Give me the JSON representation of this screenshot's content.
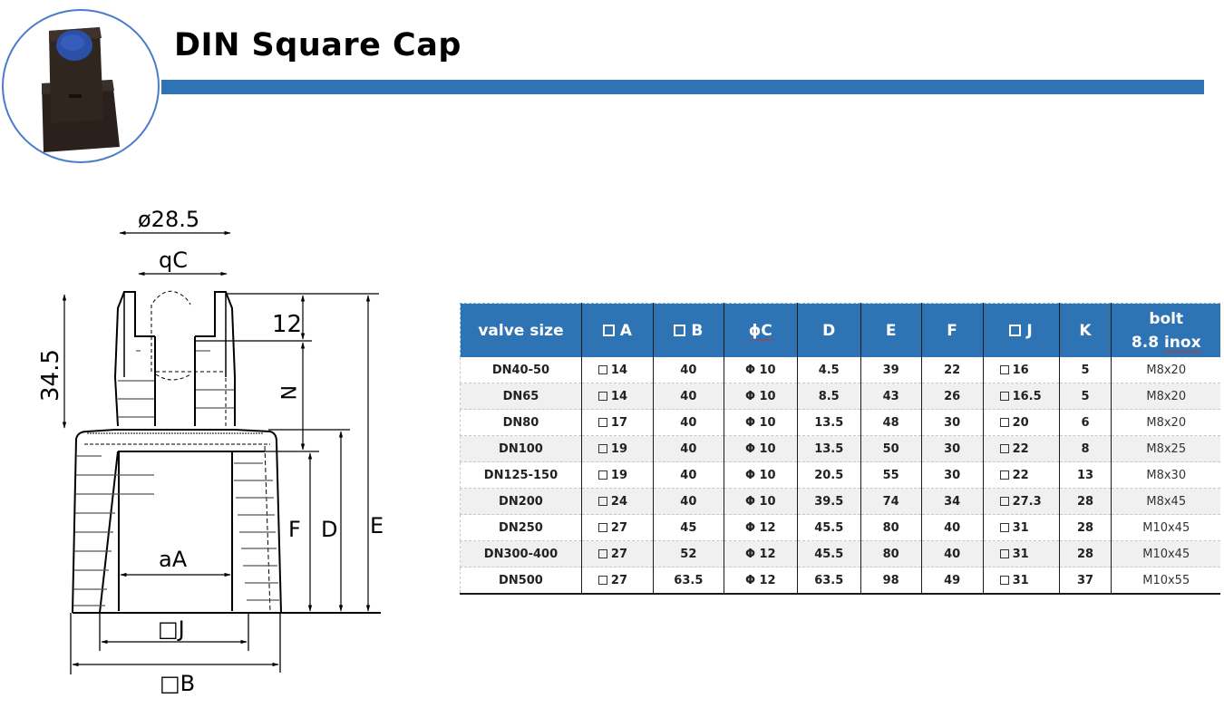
{
  "header": {
    "title": "DIN Square Cap",
    "accent_color": "#2e74b5",
    "photo_alt": "black square cap with blue circular top"
  },
  "drawing": {
    "labels": {
      "diameter_top": "ø28.5",
      "dim_c": "qC",
      "height_left": "34.5",
      "dim_12": "12",
      "dim_n": "N",
      "dim_f": "F",
      "dim_d": "D",
      "dim_e": "E",
      "dim_a": "aA",
      "dim_j": "□J",
      "dim_b": "□B"
    }
  },
  "table": {
    "headers": {
      "valve_size": "valve size",
      "a": "A",
      "b": "B",
      "c": "ϕC",
      "d": "D",
      "e": "E",
      "f": "F",
      "j": "J",
      "k": "K",
      "bolt_line1": "bolt",
      "bolt_line2_a": "8.8 ",
      "bolt_line2_b": "inox"
    },
    "rows": [
      {
        "valve_size": "DN40-50",
        "a": "14",
        "b": "40",
        "c": "Φ 10",
        "d": "4.5",
        "e": "39",
        "f": "22",
        "j": "16",
        "k": "5",
        "bolt": "M8x20"
      },
      {
        "valve_size": "DN65",
        "a": "14",
        "b": "40",
        "c": "Φ 10",
        "d": "8.5",
        "e": "43",
        "f": "26",
        "j": "16.5",
        "k": "5",
        "bolt": "M8x20"
      },
      {
        "valve_size": "DN80",
        "a": "17",
        "b": "40",
        "c": "Φ 10",
        "d": "13.5",
        "e": "48",
        "f": "30",
        "j": "20",
        "k": "6",
        "bolt": "M8x20"
      },
      {
        "valve_size": "DN100",
        "a": "19",
        "b": "40",
        "c": "Φ 10",
        "d": "13.5",
        "e": "50",
        "f": "30",
        "j": "22",
        "k": "8",
        "bolt": "M8x25"
      },
      {
        "valve_size": "DN125-150",
        "a": "19",
        "b": "40",
        "c": "Φ 10",
        "d": "20.5",
        "e": "55",
        "f": "30",
        "j": "22",
        "k": "13",
        "bolt": "M8x30"
      },
      {
        "valve_size": "DN200",
        "a": "24",
        "b": "40",
        "c": "Φ 10",
        "d": "39.5",
        "e": "74",
        "f": "34",
        "j": "27.3",
        "k": "28",
        "bolt": "M8x45"
      },
      {
        "valve_size": "DN250",
        "a": "27",
        "b": "45",
        "c": "Φ 12",
        "d": "45.5",
        "e": "80",
        "f": "40",
        "j": "31",
        "k": "28",
        "bolt": "M10x45"
      },
      {
        "valve_size": "DN300-400",
        "a": "27",
        "b": "52",
        "c": "Φ 12",
        "d": "45.5",
        "e": "80",
        "f": "40",
        "j": "31",
        "k": "28",
        "bolt": "M10x45"
      },
      {
        "valve_size": "DN500",
        "a": "27",
        "b": "63.5",
        "c": "Φ 12",
        "d": "63.5",
        "e": "98",
        "f": "49",
        "j": "31",
        "k": "37",
        "bolt": "M10x55"
      }
    ]
  }
}
